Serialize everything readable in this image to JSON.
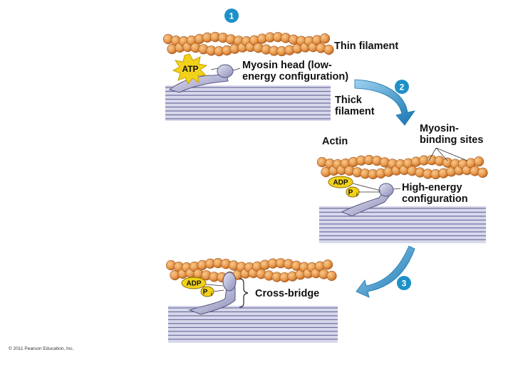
{
  "steps": [
    {
      "number": "1",
      "molecule": "ATP",
      "labels": {
        "thin": "Thin filament",
        "head_line1": "Myosin head (low-",
        "head_line2": "energy configuration)",
        "thick_line1": "Thick",
        "thick_line2": "filament"
      }
    },
    {
      "number": "2",
      "molecule": "ADP",
      "phosphate": "P",
      "phosphate_sub": "i",
      "labels": {
        "actin": "Actin",
        "binding_line1": "Myosin-",
        "binding_line2": "binding sites",
        "energy_line1": "High-energy",
        "energy_line2": "configuration"
      }
    },
    {
      "number": "3",
      "molecule": "ADP",
      "phosphate": "P",
      "phosphate_sub": "i",
      "labels": {
        "crossbridge": "Cross-bridge"
      }
    }
  ],
  "copyright": "© 2011 Pearson Education, Inc.",
  "colors": {
    "actin_bead": "#e79a4e",
    "actin_dark": "#b8621f",
    "thick_light": "#d8d8ec",
    "thick_dark": "#6f6fa0",
    "myosin_head": "#b6b6d6",
    "step_badge": "#1e90c8",
    "arrow": "#1e8ecb",
    "atp_star": "#f2d11a"
  }
}
